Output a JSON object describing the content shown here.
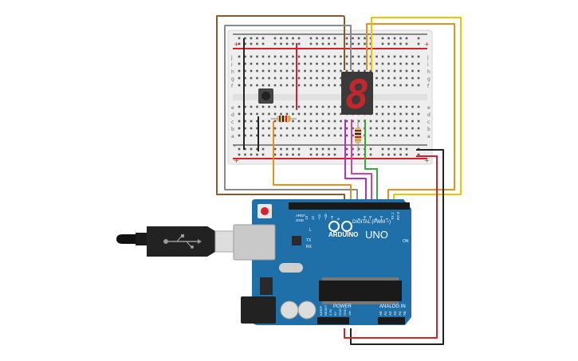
{
  "breadboard": {
    "row_letters_top": [
      "j",
      "i",
      "h",
      "g",
      "f"
    ],
    "row_letters_bottom": [
      "e",
      "d",
      "c",
      "b",
      "a"
    ],
    "rail_plus": "+",
    "rail_minus": "-"
  },
  "display": {
    "digit": "8",
    "segment_color": "#c1272d",
    "body_color": "#3a3a3a"
  },
  "arduino": {
    "brand": "ARDUINO",
    "model": "UNO",
    "digital_label": "DIGITAL (PWM ~)",
    "power_label": "POWER",
    "analog_label": "ANALOG IN",
    "on_label": "ON",
    "l_label": "L",
    "tx_label": "TX",
    "rx_label": "RX",
    "aref_label": "AREF",
    "gnd_label": "GND",
    "digital_pins": [
      "13",
      "12",
      "~11",
      "~10",
      "~9",
      "8",
      "7",
      "~6",
      "~5",
      "4",
      "~3",
      "2",
      "TX 1",
      "RX 0"
    ],
    "power_pins": [
      "IOREF",
      "RESET",
      "3.3V",
      "5V",
      "GND",
      "GND",
      "Vin"
    ],
    "analog_pins": [
      "A0",
      "A1",
      "A2",
      "A3",
      "A4",
      "A5"
    ],
    "board_color": "#1f6fa8"
  },
  "wire_colors": {
    "brown": "#8b5a2b",
    "gray": "#8a8a8a",
    "orange": "#e8901c",
    "yellow": "#f2c200",
    "purple": "#b02fc4",
    "pink": "#d63fa8",
    "green": "#3aa83a",
    "red": "#d8202a",
    "black": "#222222"
  }
}
